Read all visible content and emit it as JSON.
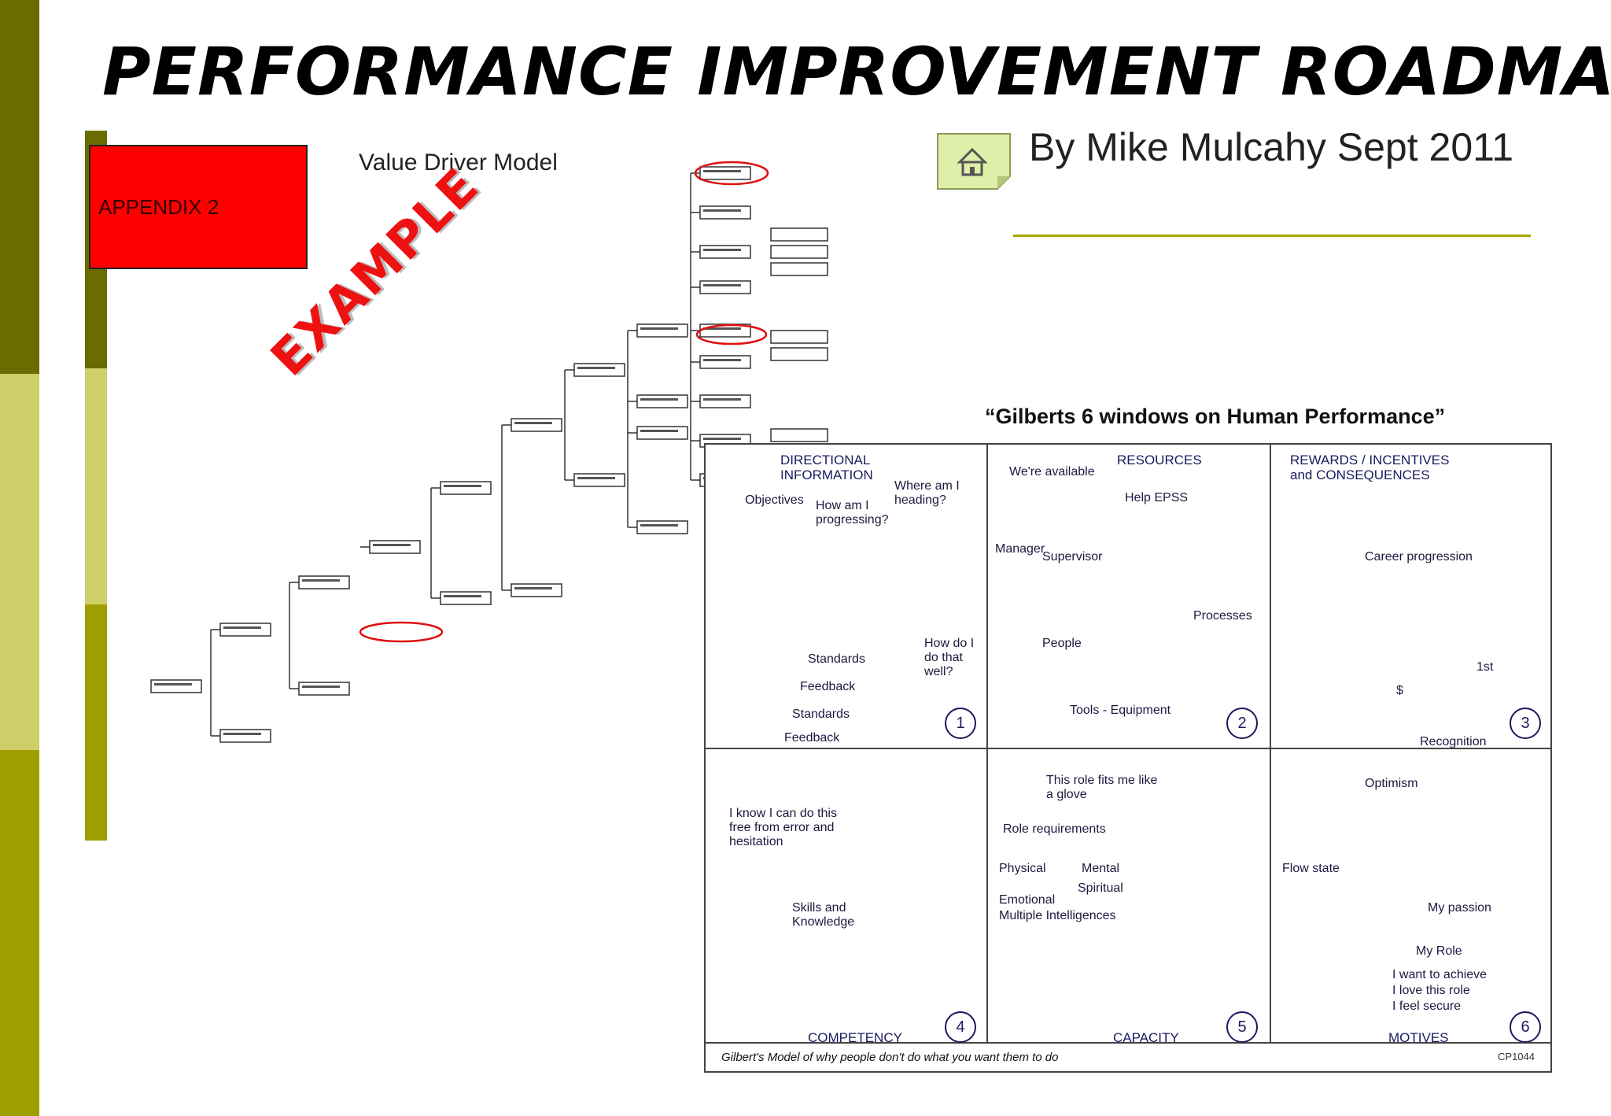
{
  "slide": {
    "title": "PERFORMANCE IMPROVEMENT ROADMAP",
    "byline": "By Mike Mulcahy Sept 2011"
  },
  "colors": {
    "olive_dark": "#6b6b00",
    "olive_mid": "#9e9e00",
    "olive_light": "#cfcf6a",
    "appendix_red": "#ff0000",
    "example_red": "#ee1111"
  },
  "left_panel": {
    "appendix_label": "APPENDIX 2",
    "model_title": "Value Driver Model",
    "stamp": "EXAMPLE"
  },
  "gilbert": {
    "heading": "“Gilberts 6 windows on Human Performance”",
    "caption": "Gilbert's Model of why people don't do what you want them to do",
    "code": "CP1044",
    "windows": [
      {
        "number": "1",
        "title": "DIRECTIONAL INFORMATION",
        "labels": [
          "Objectives",
          "How am I progressing?",
          "Where am I heading?",
          "Standards",
          "Feedback",
          "Standards",
          "Feedback",
          "How do I do that well?"
        ]
      },
      {
        "number": "2",
        "title": "RESOURCES",
        "labels": [
          "We're available",
          "Help EPSS",
          "Manager",
          "Supervisor",
          "People",
          "Processes",
          "Tools - Equipment"
        ]
      },
      {
        "number": "3",
        "title": "REWARDS / INCENTIVES and CONSEQUENCES",
        "labels": [
          "Career progression",
          "1st",
          "$",
          "Recognition"
        ]
      },
      {
        "number": "4",
        "title": "COMPETENCY",
        "labels": [
          "I know I can do this free from error and hesitation",
          "Skills and Knowledge"
        ]
      },
      {
        "number": "5",
        "title": "CAPACITY",
        "labels": [
          "This role fits me like a glove",
          "Role requirements",
          "Physical",
          "Mental",
          "Emotional",
          "Spiritual",
          "Multiple Intelligences"
        ]
      },
      {
        "number": "6",
        "title": "MOTIVES",
        "labels": [
          "Optimism",
          "Flow state",
          "My passion",
          "My Role",
          "I want to achieve",
          "I love this role",
          "I feel secure"
        ]
      }
    ]
  }
}
